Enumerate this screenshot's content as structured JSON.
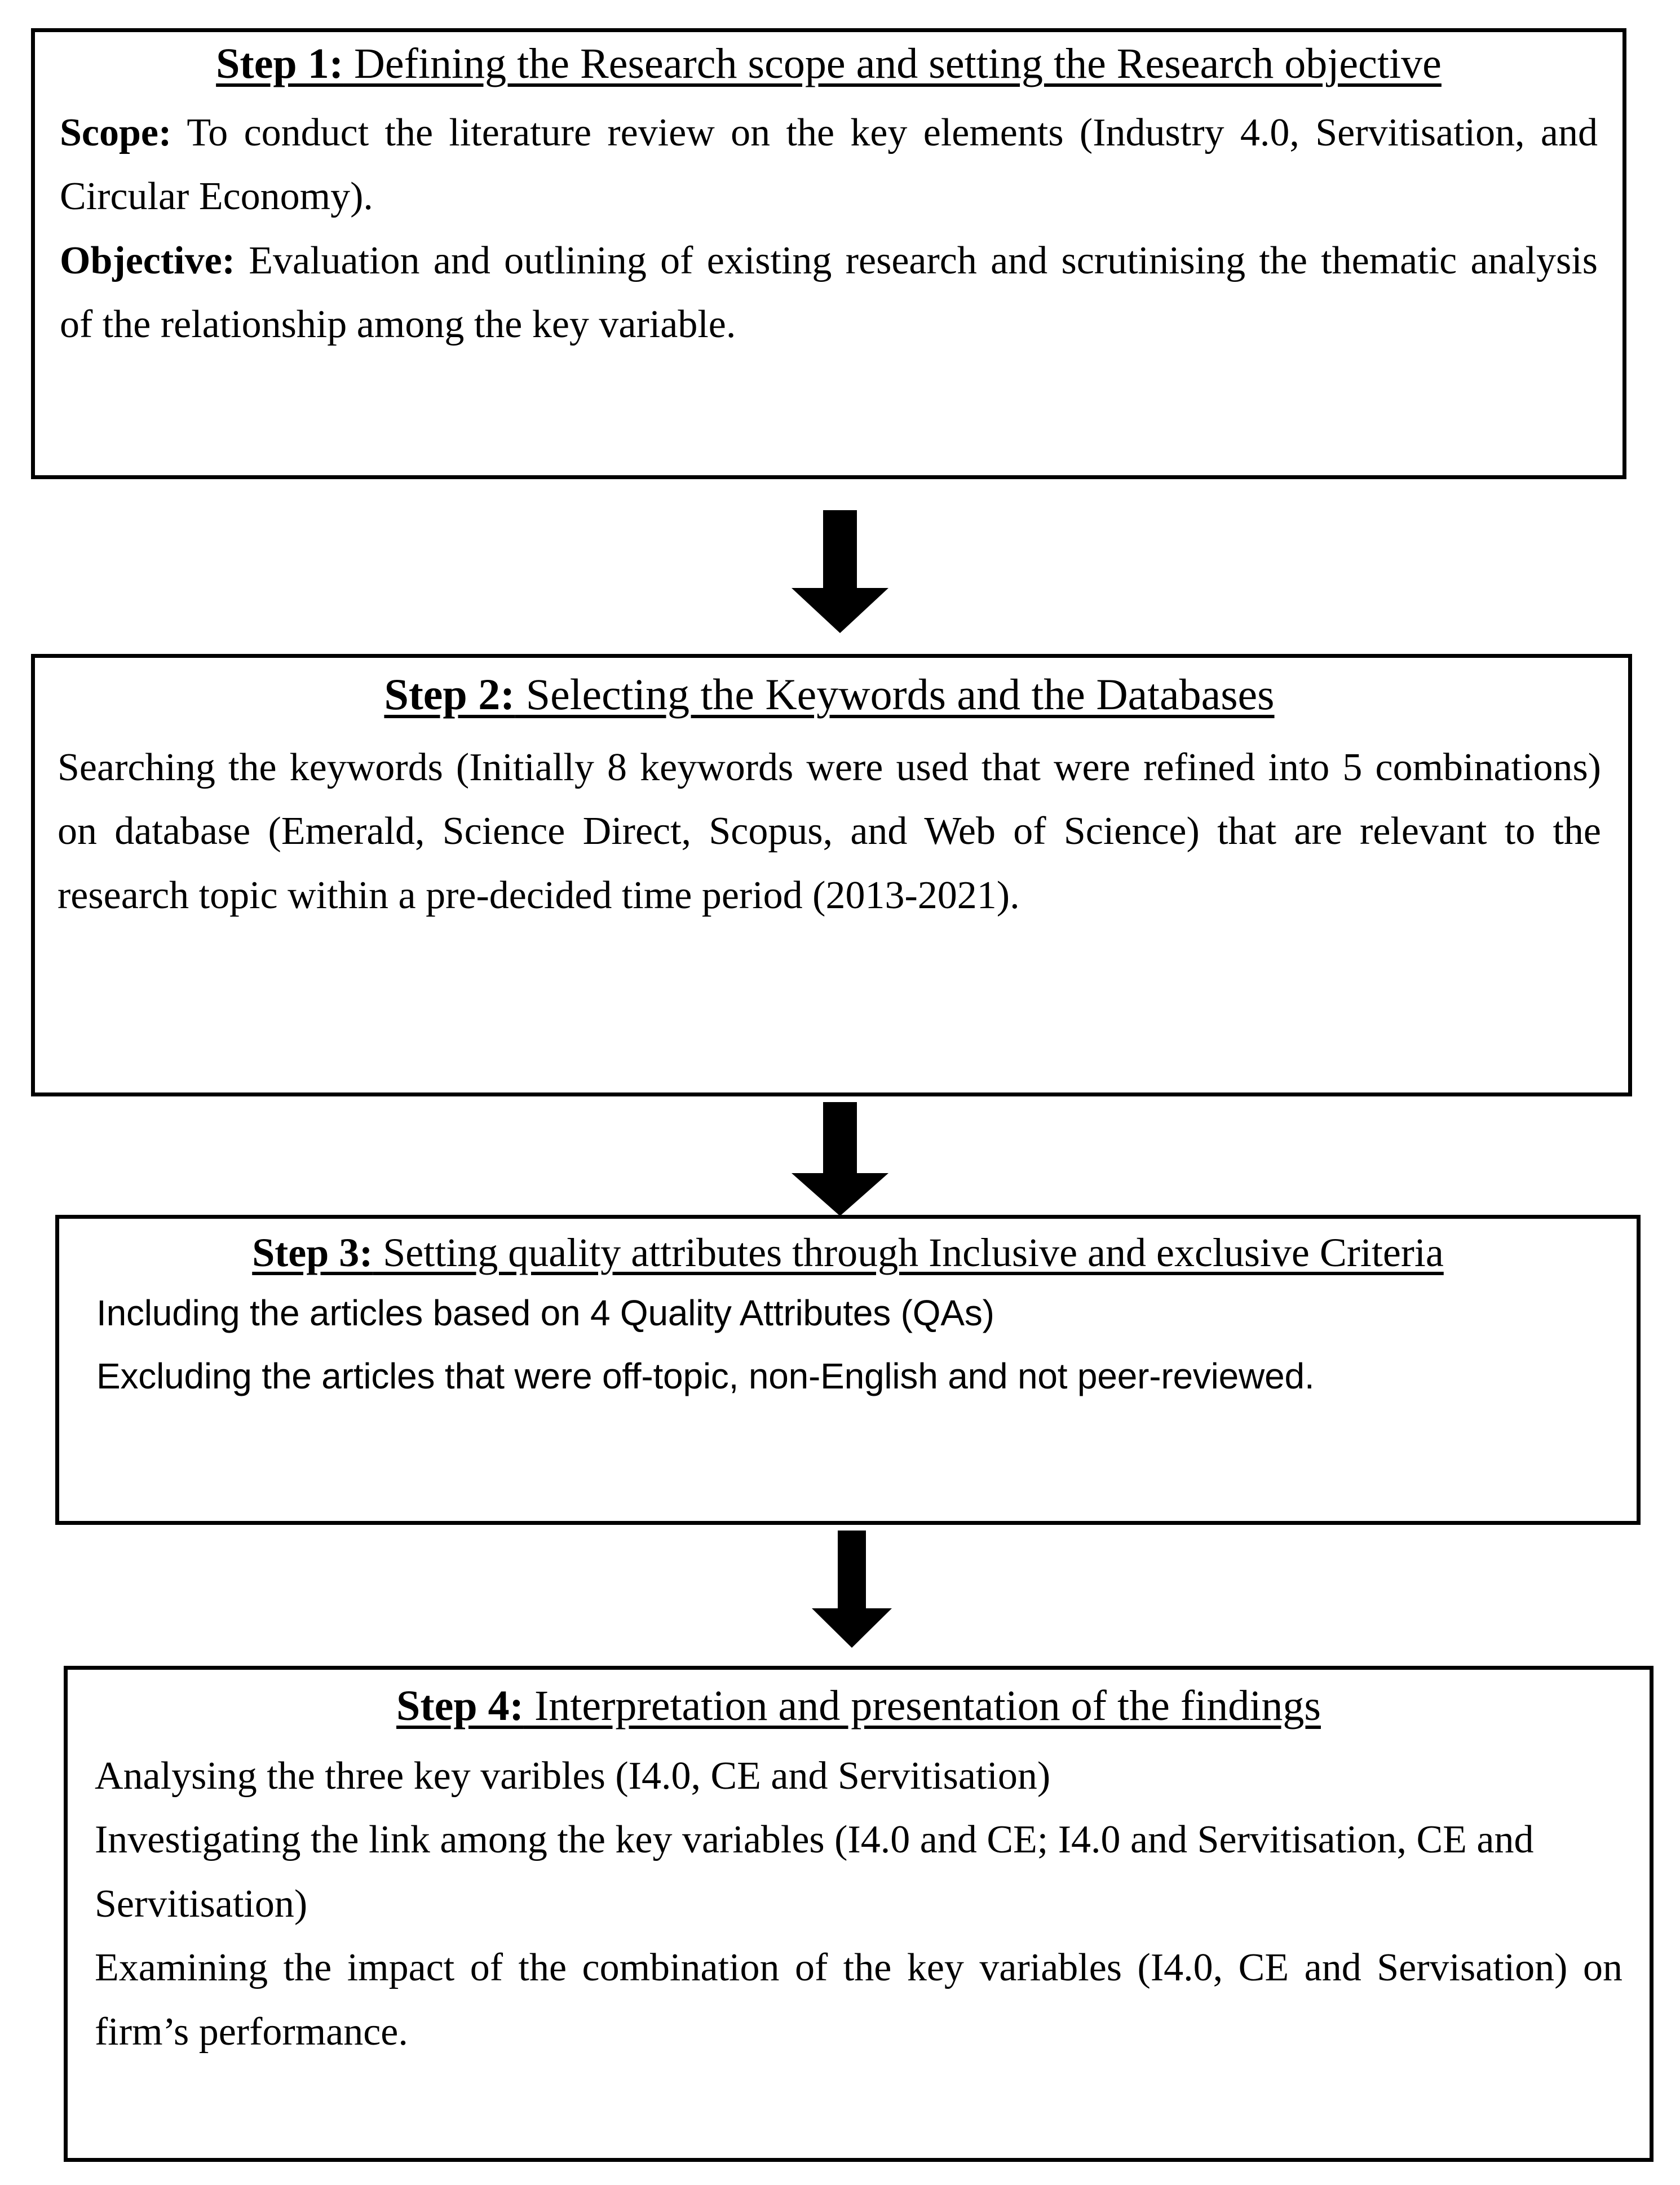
{
  "diagram": {
    "type": "vertical-flowchart",
    "steps": [
      {
        "id": "step-1",
        "title_prefix": "Step 1:",
        "title_rest": " Defining the Research scope and setting the Research objective",
        "paragraphs": [
          {
            "label": "Scope:",
            "text": " To conduct the literature review on the key elements (Industry 4.0, Servitisation, and Circular Economy)."
          },
          {
            "label": "Objective:",
            "text": " Evaluation and outlining of existing research and scrutinising the thematic analysis of the relationship among the key variable."
          }
        ]
      },
      {
        "id": "step-2",
        "title_prefix": "Step 2:",
        "title_rest": " Selecting the Keywords and the Databases",
        "paragraphs": [
          {
            "label": "",
            "text": "Searching the keywords (Initially 8 keywords were used that were refined into 5 combinations) on database (Emerald, Science Direct, Scopus, and Web of Science) that are relevant to the research topic within a pre-decided time period (2013-2021)."
          }
        ]
      },
      {
        "id": "step-3",
        "title_prefix": "Step 3:",
        "title_rest": " Setting quality attributes through Inclusive and exclusive Criteria",
        "lines": [
          "Including the articles based on 4 Quality Attributes (QAs)",
          "Excluding the articles that were off-topic, non-English and not peer-reviewed."
        ]
      },
      {
        "id": "step-4",
        "title_prefix": "Step 4:",
        "title_rest": " Interpretation and presentation of the findings",
        "paragraphs": [
          {
            "label": "",
            "text": "Analysing the three key varibles (I4.0, CE and Servitisation)"
          },
          {
            "label": "",
            "text": "Investigating the link among the key variables (I4.0 and CE; I4.0 and Servitisation, CE and Servitisation)"
          },
          {
            "label": "",
            "text": "Examining the impact of the combination of the key variables (I4.0, CE and Servisation) on firm’s performance."
          }
        ]
      }
    ],
    "connectors": [
      {
        "id": "arrow-1",
        "from": "step-1",
        "to": "step-2",
        "direction": "down"
      },
      {
        "id": "arrow-2",
        "from": "step-2",
        "to": "step-3",
        "direction": "down"
      },
      {
        "id": "arrow-3",
        "from": "step-3",
        "to": "step-4",
        "direction": "down"
      }
    ],
    "colors": {
      "border": "#000000",
      "text": "#000000",
      "background": "#ffffff",
      "arrow": "#000000"
    }
  }
}
